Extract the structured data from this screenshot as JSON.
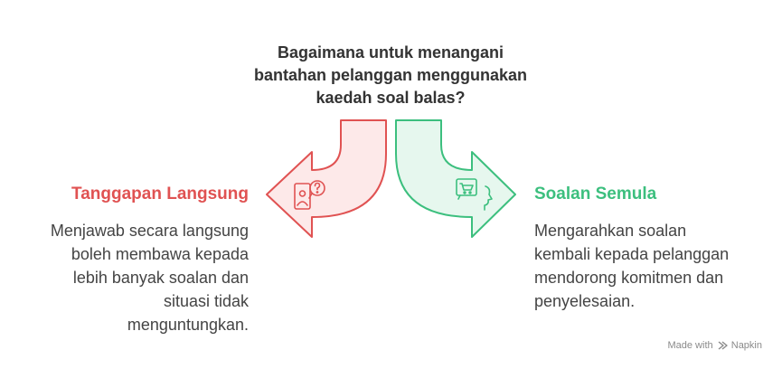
{
  "question": {
    "lines": [
      "Bagaimana untuk menangani",
      "bantahan pelanggan menggunakan",
      "kaedah soal balas?"
    ]
  },
  "left": {
    "title": "Tanggapan Langsung",
    "description_lines": [
      "Menjawab secara langsung",
      "boleh membawa kepada",
      "lebih banyak soalan dan",
      "situasi tidak",
      "menguntungkan."
    ],
    "color": "#e05252",
    "fill": "#fde9e9",
    "icon": "person-question-icon"
  },
  "right": {
    "title": "Soalan Semula",
    "description_lines": [
      "Mengarahkan soalan",
      "kembali kepada pelanggan",
      "mendorong komitmen dan",
      "penyelesaian."
    ],
    "color": "#3cbf7e",
    "fill": "#e6f7ee",
    "icon": "cart-thinking-icon"
  },
  "credit": {
    "made_with": "Made with",
    "brand": "Napkin"
  }
}
